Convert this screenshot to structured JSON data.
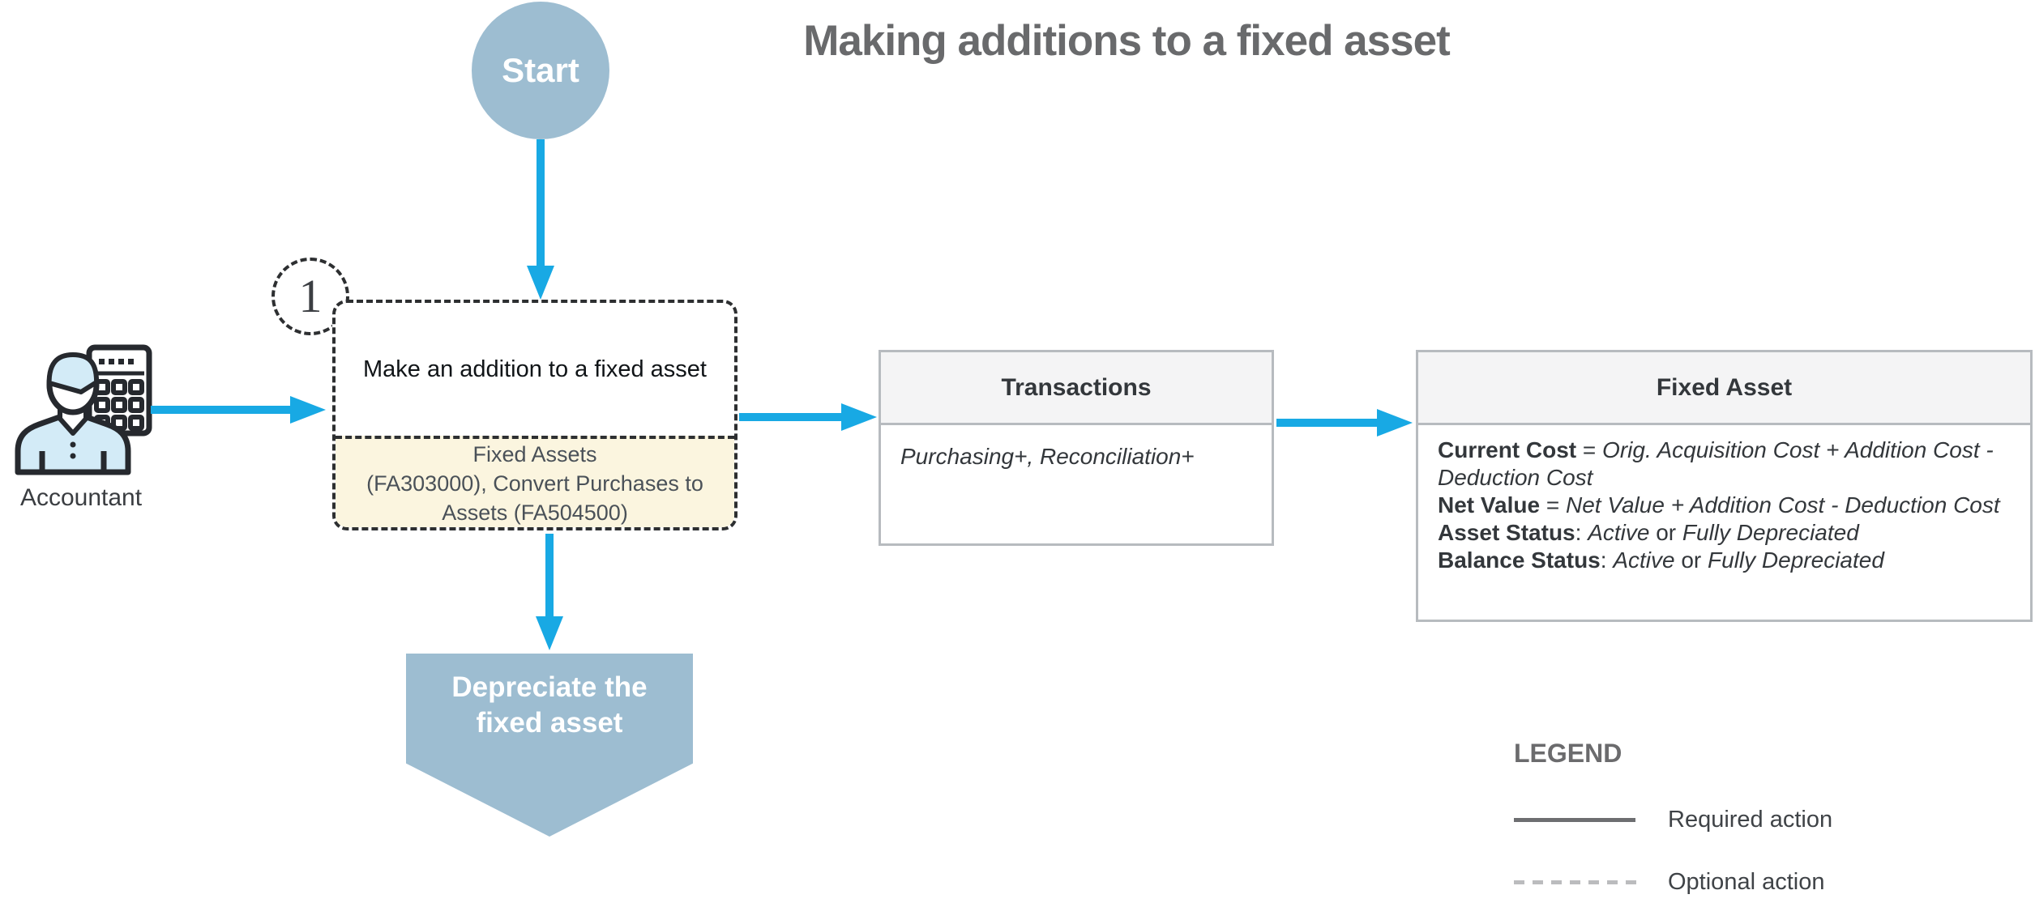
{
  "title": "Making additions to a fixed asset",
  "colors": {
    "arrow_blue": "#18A9E4",
    "node_fill": "#9DBDD1",
    "screens_yellow": "#FBF5DF",
    "box_border_gray": "#B7BBBF",
    "header_gray": "#F4F4F5",
    "dashed_stroke": "#2D2F31",
    "title_gray": "#696A6C",
    "text_dark": "#33373B"
  },
  "flow": {
    "start_label": "Start",
    "step_number": "1",
    "actor_label": "Accountant",
    "step_box": {
      "action": "Make an addition to a fixed asset",
      "screens": "Fixed Assets\n(FA303000), Convert Purchases to\nAssets (FA504500)"
    },
    "transactions_box": {
      "header": "Transactions",
      "body": "Purchasing+, Reconciliation+"
    },
    "fixed_asset_box": {
      "header": "Fixed Asset",
      "rows": [
        {
          "label": "Current Cost",
          "sep": " = ",
          "value": "Orig. Acquisition Cost + Addition Cost - Deduction Cost"
        },
        {
          "label": "Net Value",
          "sep": " = ",
          "value": "Net Value + Addition Cost - Deduction Cost"
        },
        {
          "label": "Asset Status",
          "sep": ": ",
          "value1": "Active",
          "conj": " or ",
          "value2": "Fully Depreciated"
        },
        {
          "label": "Balance Status",
          "sep": ": ",
          "value1": "Active",
          "conj": " or ",
          "value2": "Fully Depreciated"
        }
      ]
    },
    "end_label": "Depreciate the\nfixed asset"
  },
  "legend": {
    "title": "LEGEND",
    "items": [
      {
        "style": "solid",
        "label": "Required action"
      },
      {
        "style": "dashed",
        "label": "Optional action"
      }
    ]
  }
}
